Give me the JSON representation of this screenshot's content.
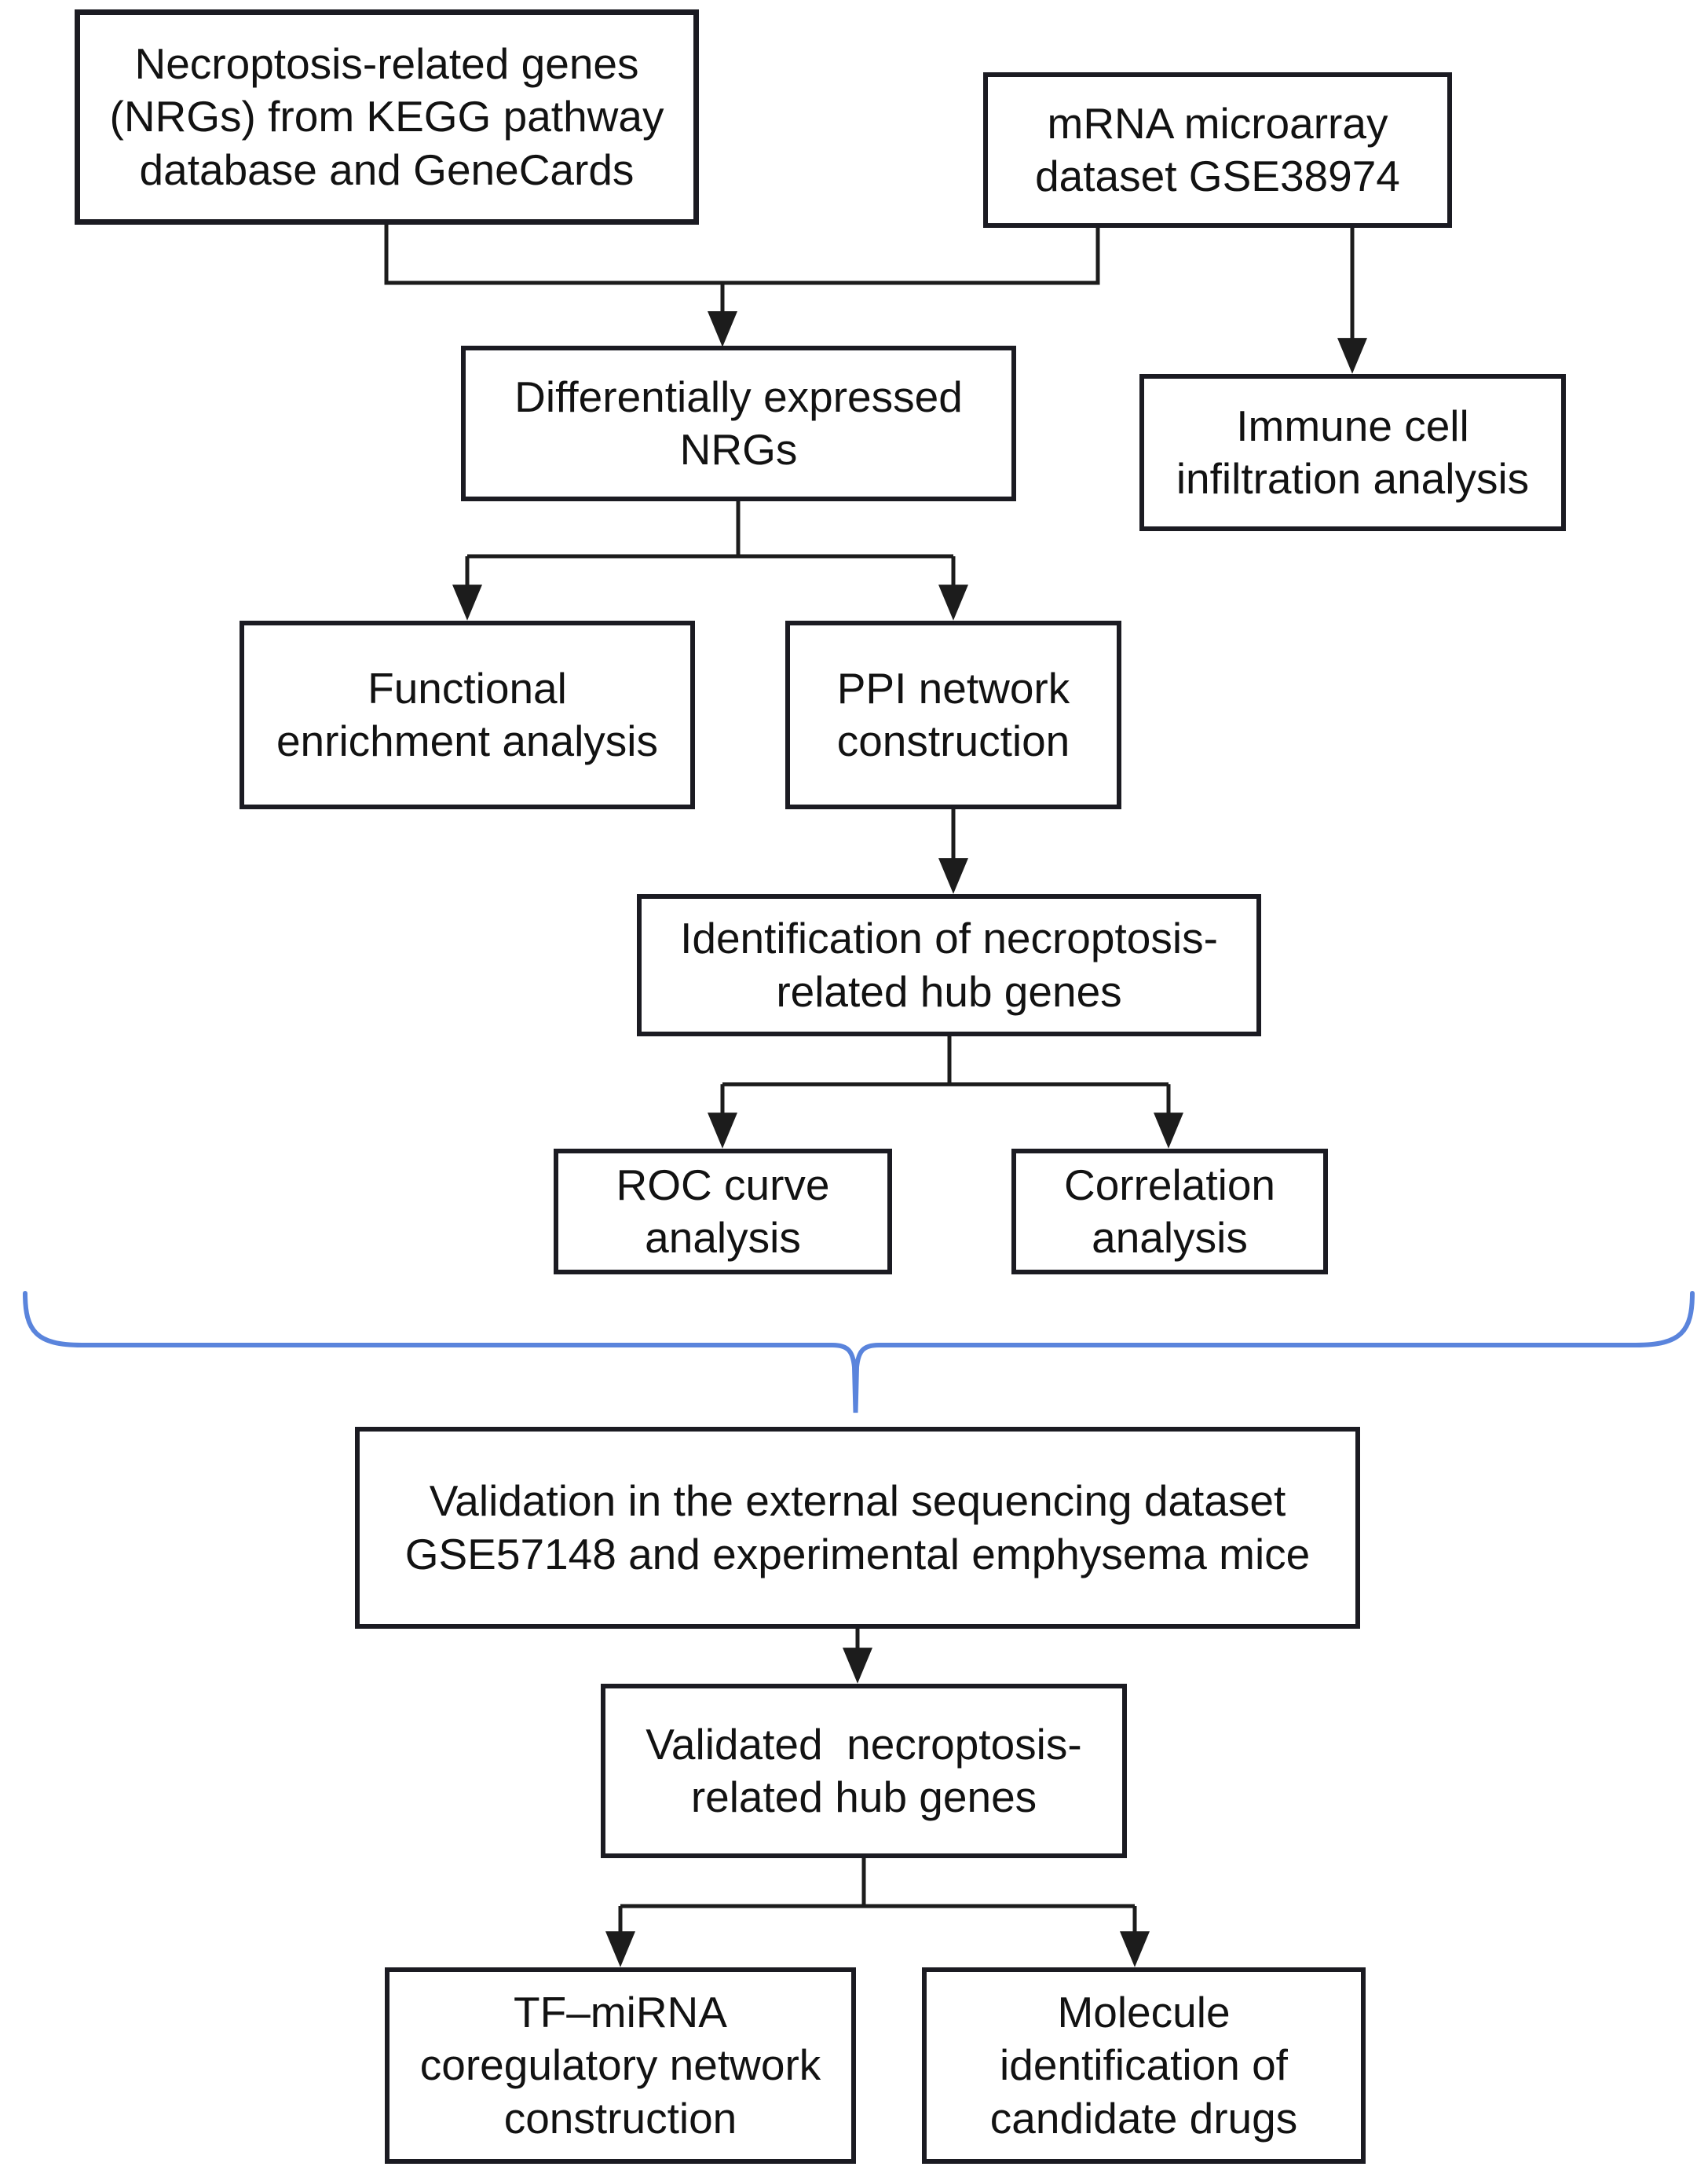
{
  "diagram": {
    "background_color": "#ffffff",
    "box_fill": "#ffffff",
    "box_border_color": "#1b1b22",
    "line_color": "#1c1c1c",
    "brace_color": "#5a84dc",
    "nodes": {
      "nrg_sources": {
        "label": "Necroptosis-related genes\n(NRGs) from KEGG pathway\ndatabase and GeneCards"
      },
      "mrna_dataset": {
        "label": "mRNA microarray\ndataset GSE38974"
      },
      "de_nrgs": {
        "label": "Differentially expressed\nNRGs"
      },
      "immune_infiltration": {
        "label": "Immune cell\ninfiltration analysis"
      },
      "functional_enrichment": {
        "label": "Functional\nenrichment analysis"
      },
      "ppi_network": {
        "label": "PPI network\nconstruction"
      },
      "hub_identification": {
        "label": "Identification of necroptosis-\nrelated hub genes"
      },
      "roc_analysis": {
        "label": "ROC curve\nanalysis"
      },
      "correlation_analysis": {
        "label": "Correlation\nanalysis"
      },
      "external_validation": {
        "label": "Validation in the external sequencing dataset\nGSE57148 and experimental emphysema mice"
      },
      "validated_hub": {
        "label": "Validated  necroptosis-\nrelated hub genes"
      },
      "tf_mirna_network": {
        "label": "TF–miRNA\ncoregulatory network\nconstruction"
      },
      "candidate_drugs": {
        "label": "Molecule\nidentification of\ncandidate drugs"
      }
    }
  }
}
